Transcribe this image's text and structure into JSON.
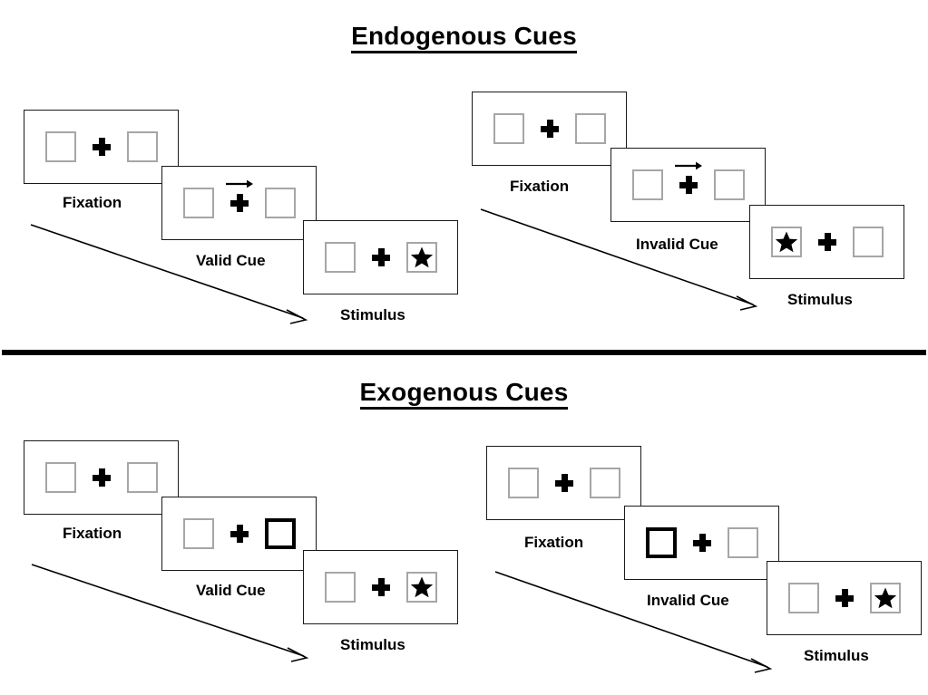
{
  "sections": [
    {
      "id": "endogenous",
      "title": "Endogenous Cues",
      "groups": [
        {
          "id": "endogenous-valid",
          "condition": "valid",
          "panels": [
            {
              "stage": "fixation",
              "caption": "Fixation",
              "left_box": "empty",
              "right_box": "empty",
              "arrow_cue": false
            },
            {
              "stage": "cue",
              "caption": "Valid Cue",
              "left_box": "empty",
              "right_box": "empty",
              "arrow_cue": true,
              "arrow_direction": "right"
            },
            {
              "stage": "stimulus",
              "caption": "Stimulus",
              "left_box": "empty",
              "right_box": "star",
              "arrow_cue": false
            }
          ]
        },
        {
          "id": "endogenous-invalid",
          "condition": "invalid",
          "panels": [
            {
              "stage": "fixation",
              "caption": "Fixation",
              "left_box": "empty",
              "right_box": "empty",
              "arrow_cue": false
            },
            {
              "stage": "cue",
              "caption": "Invalid Cue",
              "left_box": "empty",
              "right_box": "empty",
              "arrow_cue": true,
              "arrow_direction": "right"
            },
            {
              "stage": "stimulus",
              "caption": "Stimulus",
              "left_box": "star",
              "right_box": "empty",
              "arrow_cue": false
            }
          ]
        }
      ]
    },
    {
      "id": "exogenous",
      "title": "Exogenous Cues",
      "groups": [
        {
          "id": "exogenous-valid",
          "condition": "valid",
          "panels": [
            {
              "stage": "fixation",
              "caption": "Fixation",
              "left_box": "empty",
              "right_box": "empty",
              "arrow_cue": false
            },
            {
              "stage": "cue",
              "caption": "Valid Cue",
              "left_box": "empty",
              "right_box": "cued",
              "arrow_cue": false
            },
            {
              "stage": "stimulus",
              "caption": "Stimulus",
              "left_box": "empty",
              "right_box": "star",
              "arrow_cue": false
            }
          ]
        },
        {
          "id": "exogenous-invalid",
          "condition": "invalid",
          "panels": [
            {
              "stage": "fixation",
              "caption": "Fixation",
              "left_box": "empty",
              "right_box": "empty",
              "arrow_cue": false
            },
            {
              "stage": "cue",
              "caption": "Invalid Cue",
              "left_box": "cued",
              "right_box": "empty",
              "arrow_cue": false
            },
            {
              "stage": "stimulus",
              "caption": "Stimulus",
              "left_box": "empty",
              "right_box": "star",
              "arrow_cue": false
            }
          ]
        }
      ]
    }
  ],
  "captions": {
    "endo_valid_fixation": "Fixation",
    "endo_valid_cue": "Valid Cue",
    "endo_valid_stimulus": "Stimulus",
    "endo_invalid_fixation": "Fixation",
    "endo_invalid_cue": "Invalid Cue",
    "endo_invalid_stimulus": "Stimulus",
    "exo_valid_fixation": "Fixation",
    "exo_valid_cue": "Valid Cue",
    "exo_valid_stimulus": "Stimulus",
    "exo_invalid_fixation": "Fixation",
    "exo_invalid_cue": "Invalid Cue",
    "exo_invalid_stimulus": "Stimulus"
  },
  "titles": {
    "endogenous": "Endogenous Cues",
    "exogenous": "Exogenous Cues"
  },
  "icons": {
    "fixation_cross": "plus-icon",
    "target": "star-icon",
    "cue": "arrow-right-icon",
    "time_flow": "diagonal-arrow-icon"
  },
  "colors": {
    "ink": "#000000",
    "panel_border": "#1a1a1a",
    "box_border": "#a6a6a6",
    "cued_box_border": "#000000",
    "background": "#ffffff"
  }
}
